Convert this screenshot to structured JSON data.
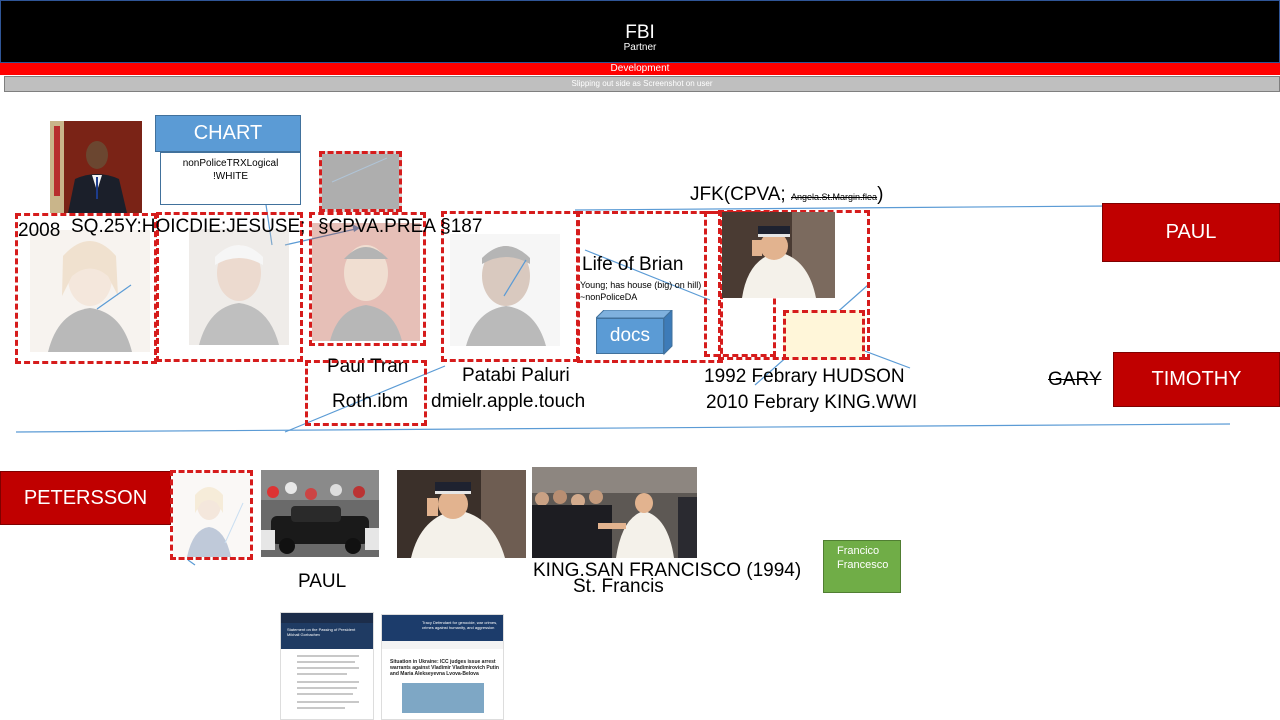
{
  "header": {
    "title": "FBI",
    "subtitle": "Partner"
  },
  "dev_bar": {
    "label": "Development"
  },
  "grey_bar": {
    "label": "Slipping out side as Screenshot on user"
  },
  "chart_box": {
    "title": "CHART",
    "line1": "nonPoliceTRXLogical",
    "line2": "!WHITE"
  },
  "labels": {
    "year_2008": "2008",
    "sq_line": "SQ.25Y:HOICDIE:JESUSE;",
    "cpva_line": "§CPVA.PREA §187",
    "jfk_prefix": "JFK(CPVA;",
    "jfk_strike": "Angela.St.Margin.flea",
    "jfk_suffix": ")",
    "life_title": "Life of Brian",
    "life_sub1": "Young;  has house (big) on hill)",
    "life_sub2": "~nonPoliceDA",
    "docs": "docs",
    "paul_tran": "Paul Tran",
    "roth": "Roth.ibm",
    "patabi": "Patabi Paluri",
    "dmielr": "dmielr.apple.touch",
    "hudson": "1992 Febrary HUDSON",
    "king_wwi": "2010 Febrary KING.WWI",
    "gary": "GARY",
    "paul_lower": "PAUL",
    "king_sf": "KING.SAN FRANCISCO (1994)",
    "st_francis": "St. Francis"
  },
  "buttons": {
    "paul": "PAUL",
    "timothy": "TIMOTHY",
    "petersson": "PETERSSON"
  },
  "green_box": {
    "line1": "Francico",
    "line2": "Francesco"
  },
  "docs_thumbs": {
    "left": {
      "title": "Statement on the Passing of President Mikhail Gorbachev"
    },
    "right": {
      "banner": "Tracy Defendant for genocide, war crimes, crimes against humanity, and aggression",
      "title": "Situation in Ukraine: ICC judges issue arrest warrants against Vladimir Vladimirovich Putin and Maria Alekseyevna Lvova-Belova"
    }
  },
  "colors": {
    "accent_red": "#c00000",
    "dash_red": "#d61c1c",
    "chart_blue": "#5b9bd5",
    "line_blue": "#5b9bd5",
    "green": "#70ad47"
  }
}
